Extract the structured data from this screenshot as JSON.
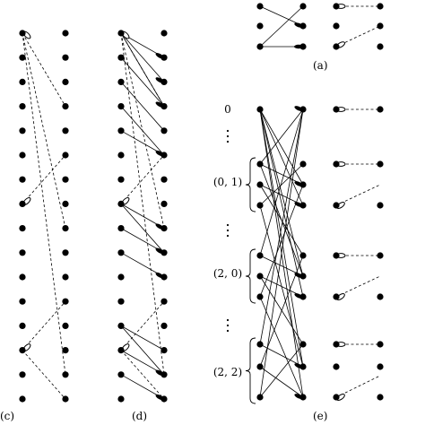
{
  "panel_labels": {
    "a": "(a)",
    "c": "(c)",
    "d": "(d)",
    "e": "(e)"
  },
  "panel_e_row_labels": {
    "zero": "0",
    "g01": "(0, 1)",
    "g20": "(2, 0)",
    "g22": "(2, 2)"
  },
  "colors": {
    "ink": "#000000",
    "background": "#ffffff"
  }
}
